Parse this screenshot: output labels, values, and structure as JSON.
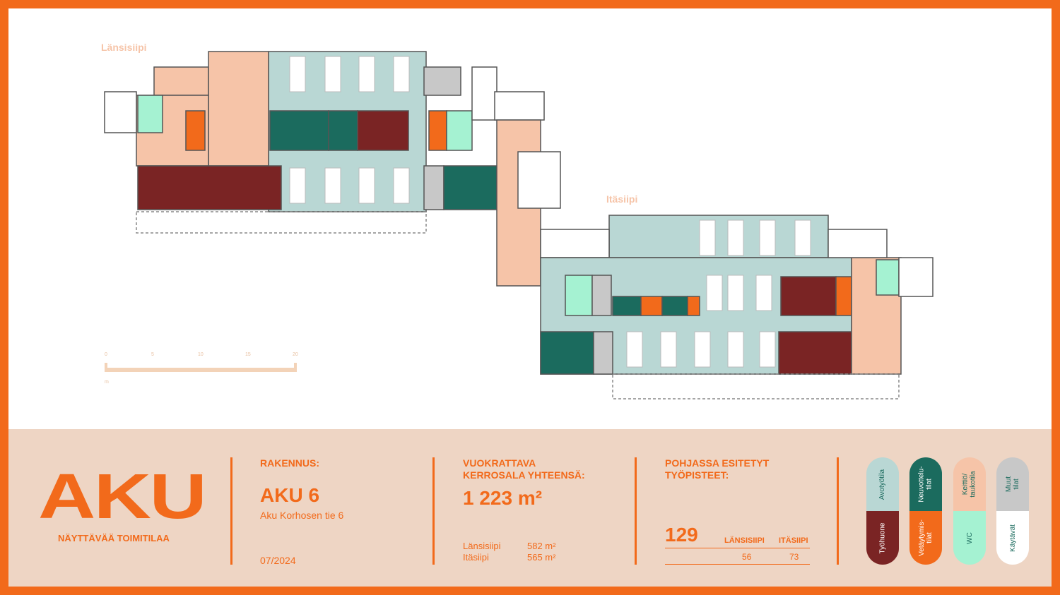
{
  "plan": {
    "west_label": "Länsisiipi",
    "east_label": "Itäsiipi",
    "scale": {
      "ticks": [
        "0",
        "5",
        "10",
        "15",
        "20"
      ],
      "unit": "m"
    }
  },
  "colors": {
    "accent": "#f26a1b",
    "open": "#b9d7d4",
    "meeting": "#1b6b5e",
    "office": "#7a2424",
    "retreat": "#f26a1b",
    "kitchen": "#f6c4a8",
    "wc": "#a5f2d2",
    "other": "#c8c8c8",
    "corridor": "#ffffff"
  },
  "logo": {
    "title": "AKU",
    "subtitle": "NÄYTTÄVÄÄ TOIMITILAA"
  },
  "building": {
    "heading": "RAKENNUS:",
    "name": "AKU 6",
    "address": "Aku Korhosen tie 6",
    "date": "07/2024"
  },
  "area": {
    "heading_1": "VUOKRATTAVA",
    "heading_2": "KERROSALA YHTEENSÄ:",
    "total": "1 223 m²",
    "rows": [
      {
        "label": "Länsisiipi",
        "value": "582 m²"
      },
      {
        "label": "Itäsiipi",
        "value": "565 m²"
      }
    ]
  },
  "workstations": {
    "heading_1": "POHJASSA ESITETYT",
    "heading_2": "TYÖPISTEET:",
    "total": "129",
    "columns": [
      "LÄNSISIIPI",
      "ITÄSIIPI"
    ],
    "values": [
      "56",
      "73"
    ]
  },
  "legend": [
    {
      "top": "Avotyötila",
      "bottom": "Työhuone"
    },
    {
      "top": "Neuvottelu-\ntilat",
      "bottom": "Vetäytymis-\ntilat"
    },
    {
      "top": "Keittiö/\ntaukotila",
      "bottom": "WC"
    },
    {
      "top": "Muut\ntilat",
      "bottom": "Käytävät"
    }
  ]
}
